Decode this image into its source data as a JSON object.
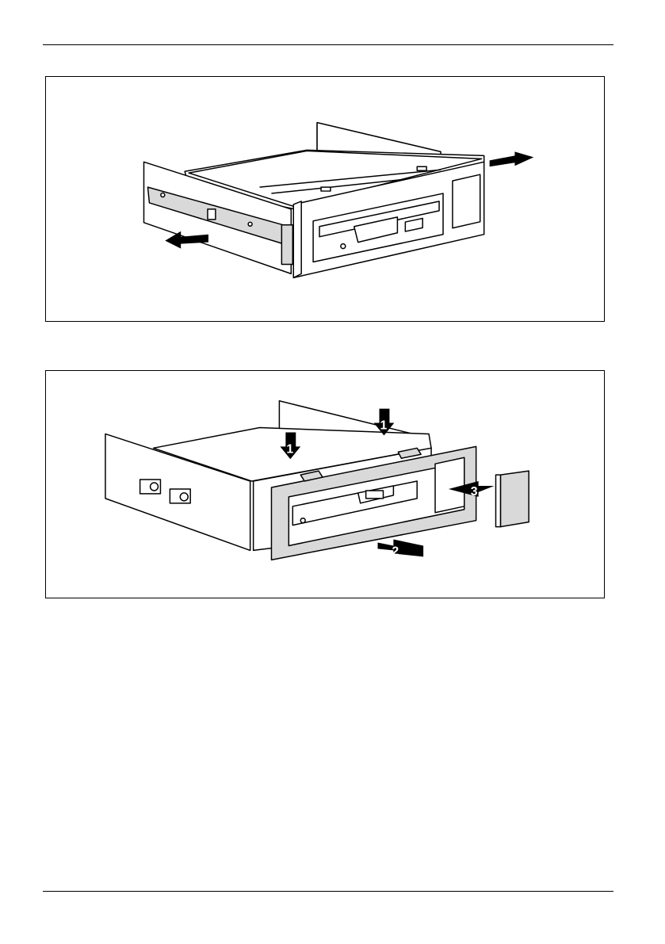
{
  "page": {
    "header_rule": "",
    "footer_rule": ""
  },
  "figure_1": {
    "subject": "drive-cage-with-floppy-drive",
    "arrows": [
      "arrow-right-icon",
      "arrow-left-icon"
    ]
  },
  "figure_2": {
    "subject": "drive-cage-bezel-removal",
    "callouts": [
      "1",
      "1",
      "2",
      "3"
    ]
  },
  "colors": {
    "line": "#000000",
    "fill_light": "#ffffff",
    "fill_grey": "#d9d9d9",
    "arrow": "#000000"
  }
}
